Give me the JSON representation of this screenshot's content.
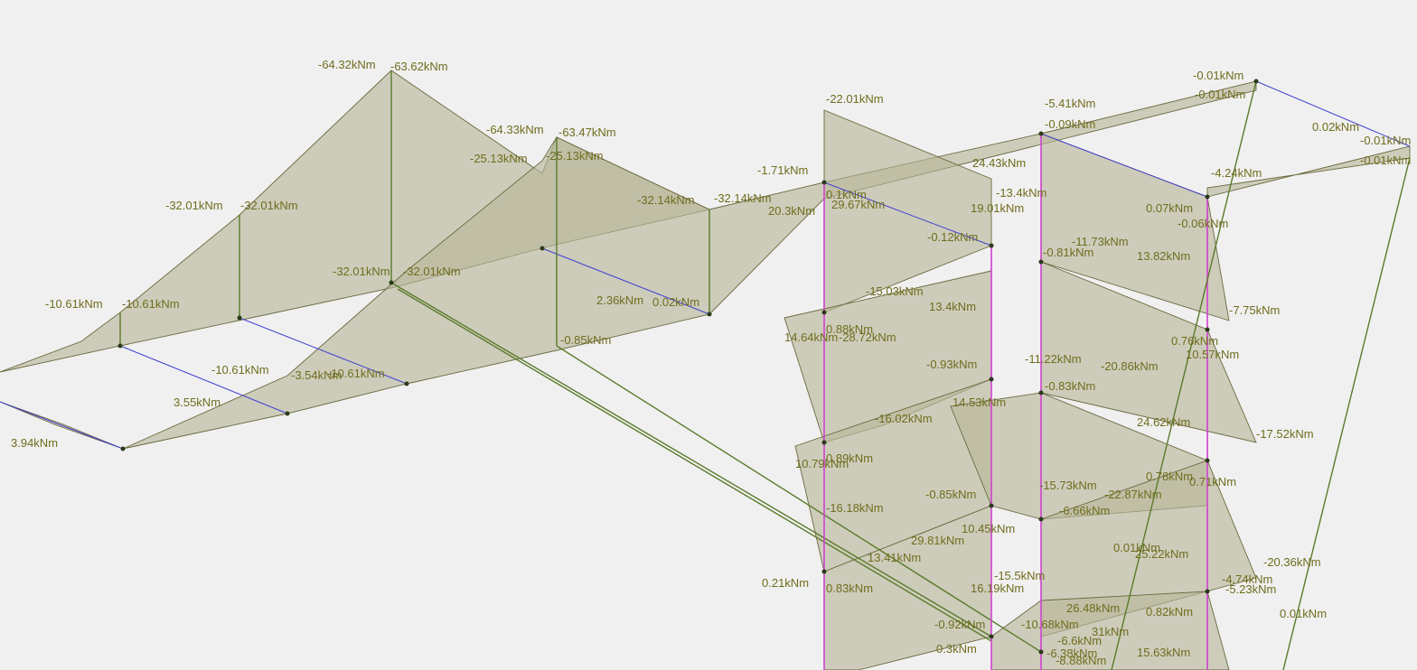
{
  "view": {
    "background": "#f0f0f0",
    "diagram_fill": "#b8b79a",
    "label_color": "#6f6d1e",
    "beam_color": "#5a7a2a",
    "brace_color": "#4040d0",
    "column_color": "#d040d0"
  },
  "labels": [
    "-64.32kNm",
    "-63.62kNm",
    "-64.33kNm",
    "-63.47kNm",
    "-25.13kNm",
    "-25.13kNm",
    "-32.01kNm",
    "-32.01kNm",
    "-32.01kNm",
    "-32.01kNm",
    "-10.61kNm",
    "-10.61kNm",
    "-10.61kNm",
    "-10.61kNm",
    "-3.54kNm",
    "3.55kNm",
    "3.94kNm",
    "-32.14kNm",
    "-32.14kNm",
    "2.36kNm",
    "0.02kNm",
    "-0.85kNm",
    "-22.01kNm",
    "-1.71kNm",
    "0.1kNm",
    "29.67kNm",
    "20.3kNm",
    "-5.41kNm",
    "-0.09kNm",
    "-0.01kNm",
    "-0.01kNm",
    "0.02kNm",
    "-0.01kNm",
    "-0.01kNm",
    "24.43kNm",
    "-13.4kNm",
    "19.01kNm",
    "-4.24kNm",
    "0.07kNm",
    "-0.12kNm",
    "-11.73kNm",
    "-0.81kNm",
    "-0.06kNm",
    "13.82kNm",
    "-15.03kNm",
    "13.4kNm",
    "-7.75kNm",
    "0.88kNm",
    "14.64kNm",
    "-28.72kNm",
    "-0.93kNm",
    "-20.86kNm",
    "0.76kNm",
    "10.57kNm",
    "-0.83kNm",
    "-11.22kNm",
    "14.53kNm",
    "-16.02kNm",
    "24.62kNm",
    "-17.52kNm",
    "10.79kNm",
    "0.89kNm",
    "0.78kNm",
    "0.71kNm",
    "-0.85kNm",
    "-15.73kNm",
    "-22.87kNm",
    "-16.18kNm",
    "-6.66kNm",
    "10.45kNm",
    "29.81kNm",
    "0.01kNm",
    "25.22kNm",
    "-20.36kNm",
    "13.41kNm",
    "0.21kNm",
    "0.83kNm",
    "-15.5kNm",
    "16.19kNm",
    "-4.74kNm",
    "-5.23kNm",
    "26.48kNm",
    "0.82kNm",
    "0.01kNm",
    "-0.92kNm",
    "-10.68kNm",
    "31kNm",
    "-6.6kNm",
    "0.3kNm",
    "-6.38kNm",
    "15.63kNm",
    "-8.88kNm"
  ]
}
